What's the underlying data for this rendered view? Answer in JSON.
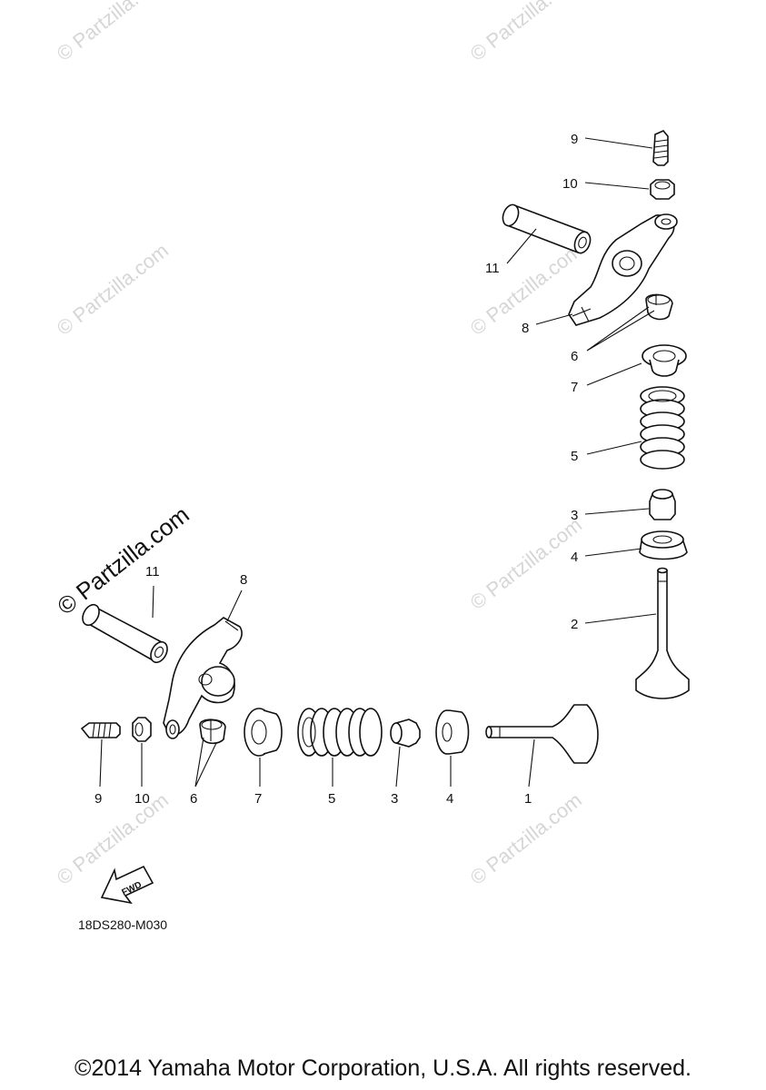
{
  "watermarks": {
    "text": "© Partzilla.com",
    "foreground": "© Partzilla.com"
  },
  "callouts": {
    "upper": [
      "9",
      "10",
      "11",
      "8",
      "6",
      "7",
      "5",
      "3",
      "4",
      "2"
    ],
    "lower": [
      "11",
      "8",
      "9",
      "10",
      "6",
      "7",
      "5",
      "3",
      "4",
      "1"
    ]
  },
  "fwd_label": "FWD",
  "diagram_code": "18DS280-M030",
  "copyright": "©2014 Yamaha Motor Corporation, U.S.A. All rights reserved."
}
